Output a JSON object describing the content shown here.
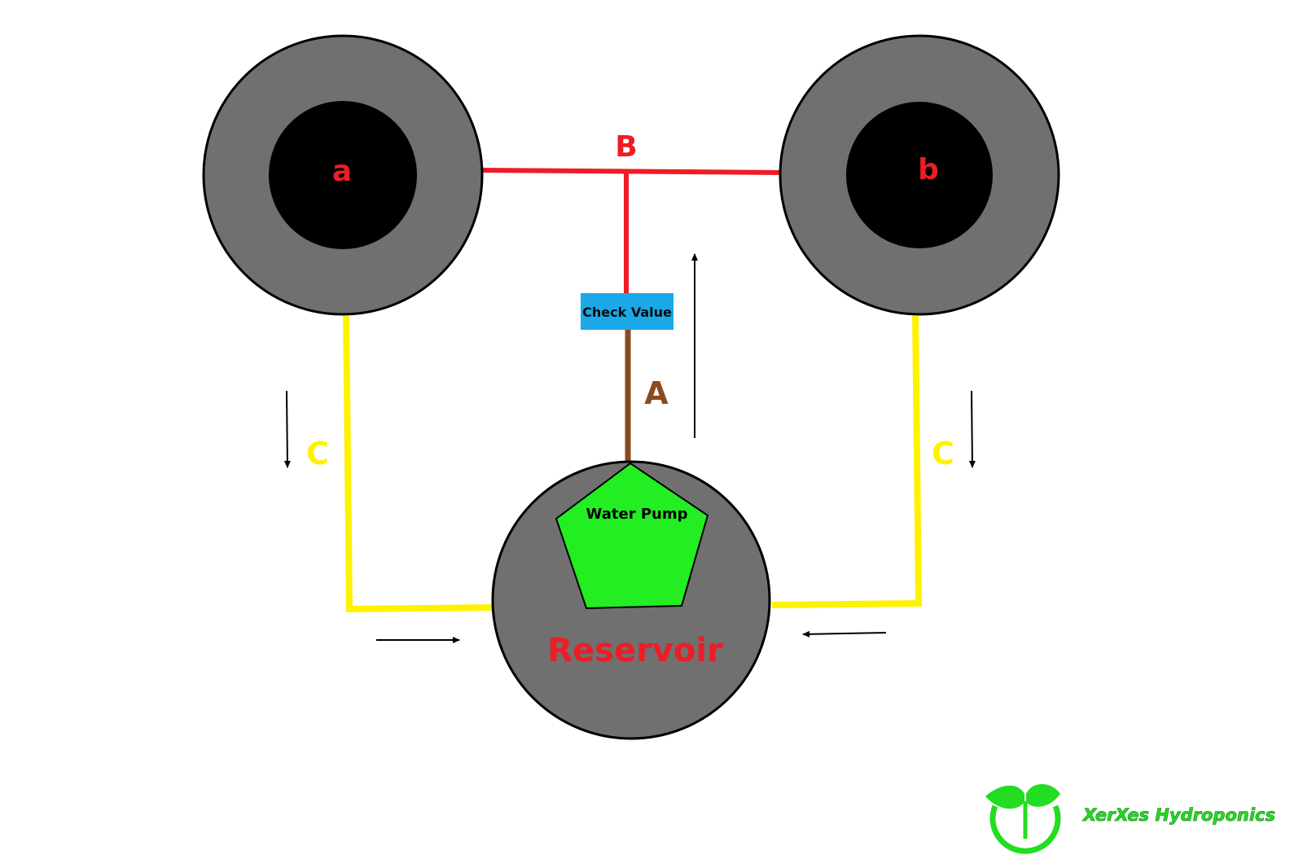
{
  "diagram": {
    "nodes": {
      "pot_a": {
        "label": "a"
      },
      "pot_b": {
        "label": "b"
      },
      "reservoir": {
        "label": "Reservoir"
      },
      "pump": {
        "label": "Water Pump"
      },
      "check_valve": {
        "label": "Check Value"
      }
    },
    "lines": {
      "A": {
        "label": "A",
        "role": "pump to check valve",
        "color": "#8B4A1E"
      },
      "B": {
        "label": "B",
        "role": "feed line to pots",
        "color": "#EE1C25"
      },
      "C_left": {
        "label": "C",
        "role": "drain from pot a to reservoir",
        "color": "#FFF200"
      },
      "C_right": {
        "label": "C",
        "role": "drain from pot b to reservoir",
        "color": "#FFF200"
      }
    },
    "colors": {
      "pot_outer": "#707070",
      "pot_inner": "#000000",
      "label_red": "#EE1C25",
      "pump_fill": "#22EE22",
      "valve_fill": "#1AA8E8",
      "arrow": "#000000"
    }
  },
  "brand": {
    "name": "XerXes Hydroponics",
    "logo": "sprout-logo-icon",
    "color": "#22DD22"
  }
}
